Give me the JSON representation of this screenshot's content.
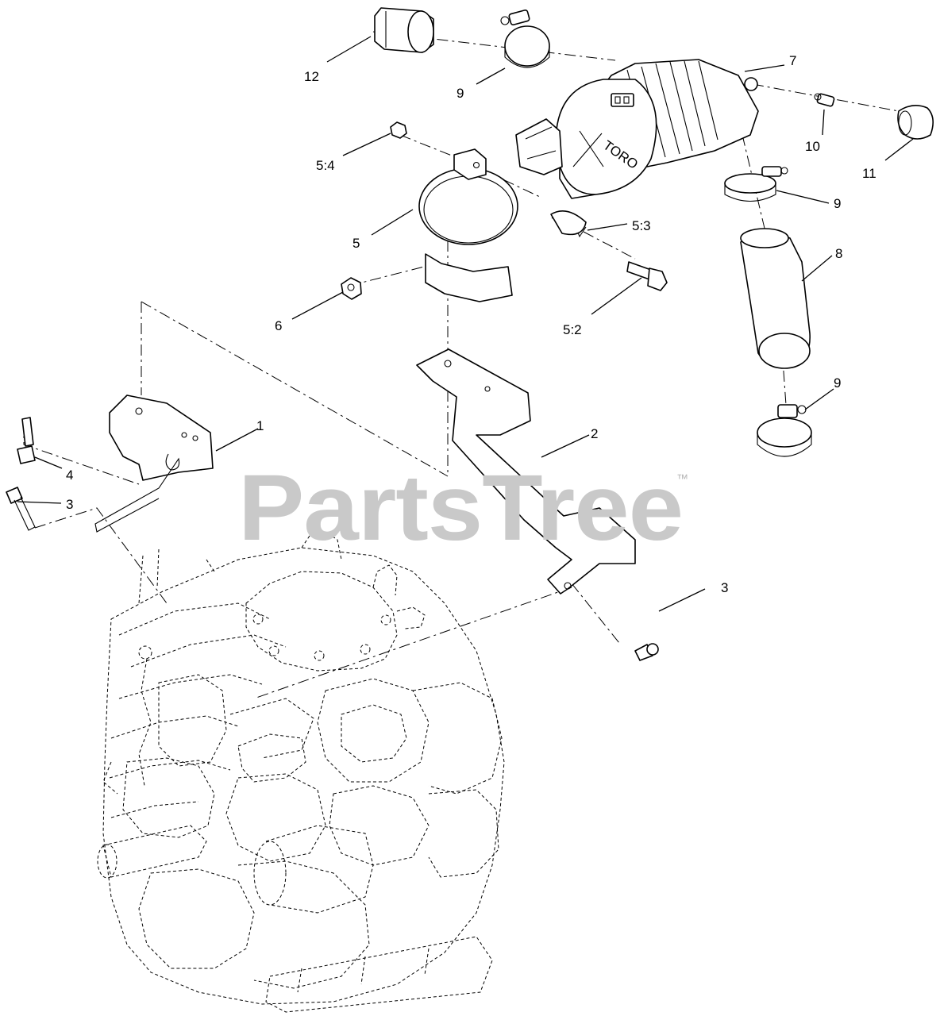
{
  "watermark": {
    "brand": "PartsTree",
    "trademark": "™"
  },
  "callouts": {
    "c1": "1",
    "c2": "2",
    "c3a": "3",
    "c3b": "3",
    "c4": "4",
    "c5": "5",
    "c5_2": "5:2",
    "c5_3": "5:3",
    "c5_4": "5:4",
    "c6": "6",
    "c7": "7",
    "c8": "8",
    "c9a": "9",
    "c9b": "9",
    "c9c": "9",
    "c10": "10",
    "c11": "11",
    "c12": "12"
  },
  "air_cleaner_label": "TORO",
  "colors": {
    "line": "#000000",
    "watermark": "#c9c9c9",
    "background": "#ffffff"
  }
}
